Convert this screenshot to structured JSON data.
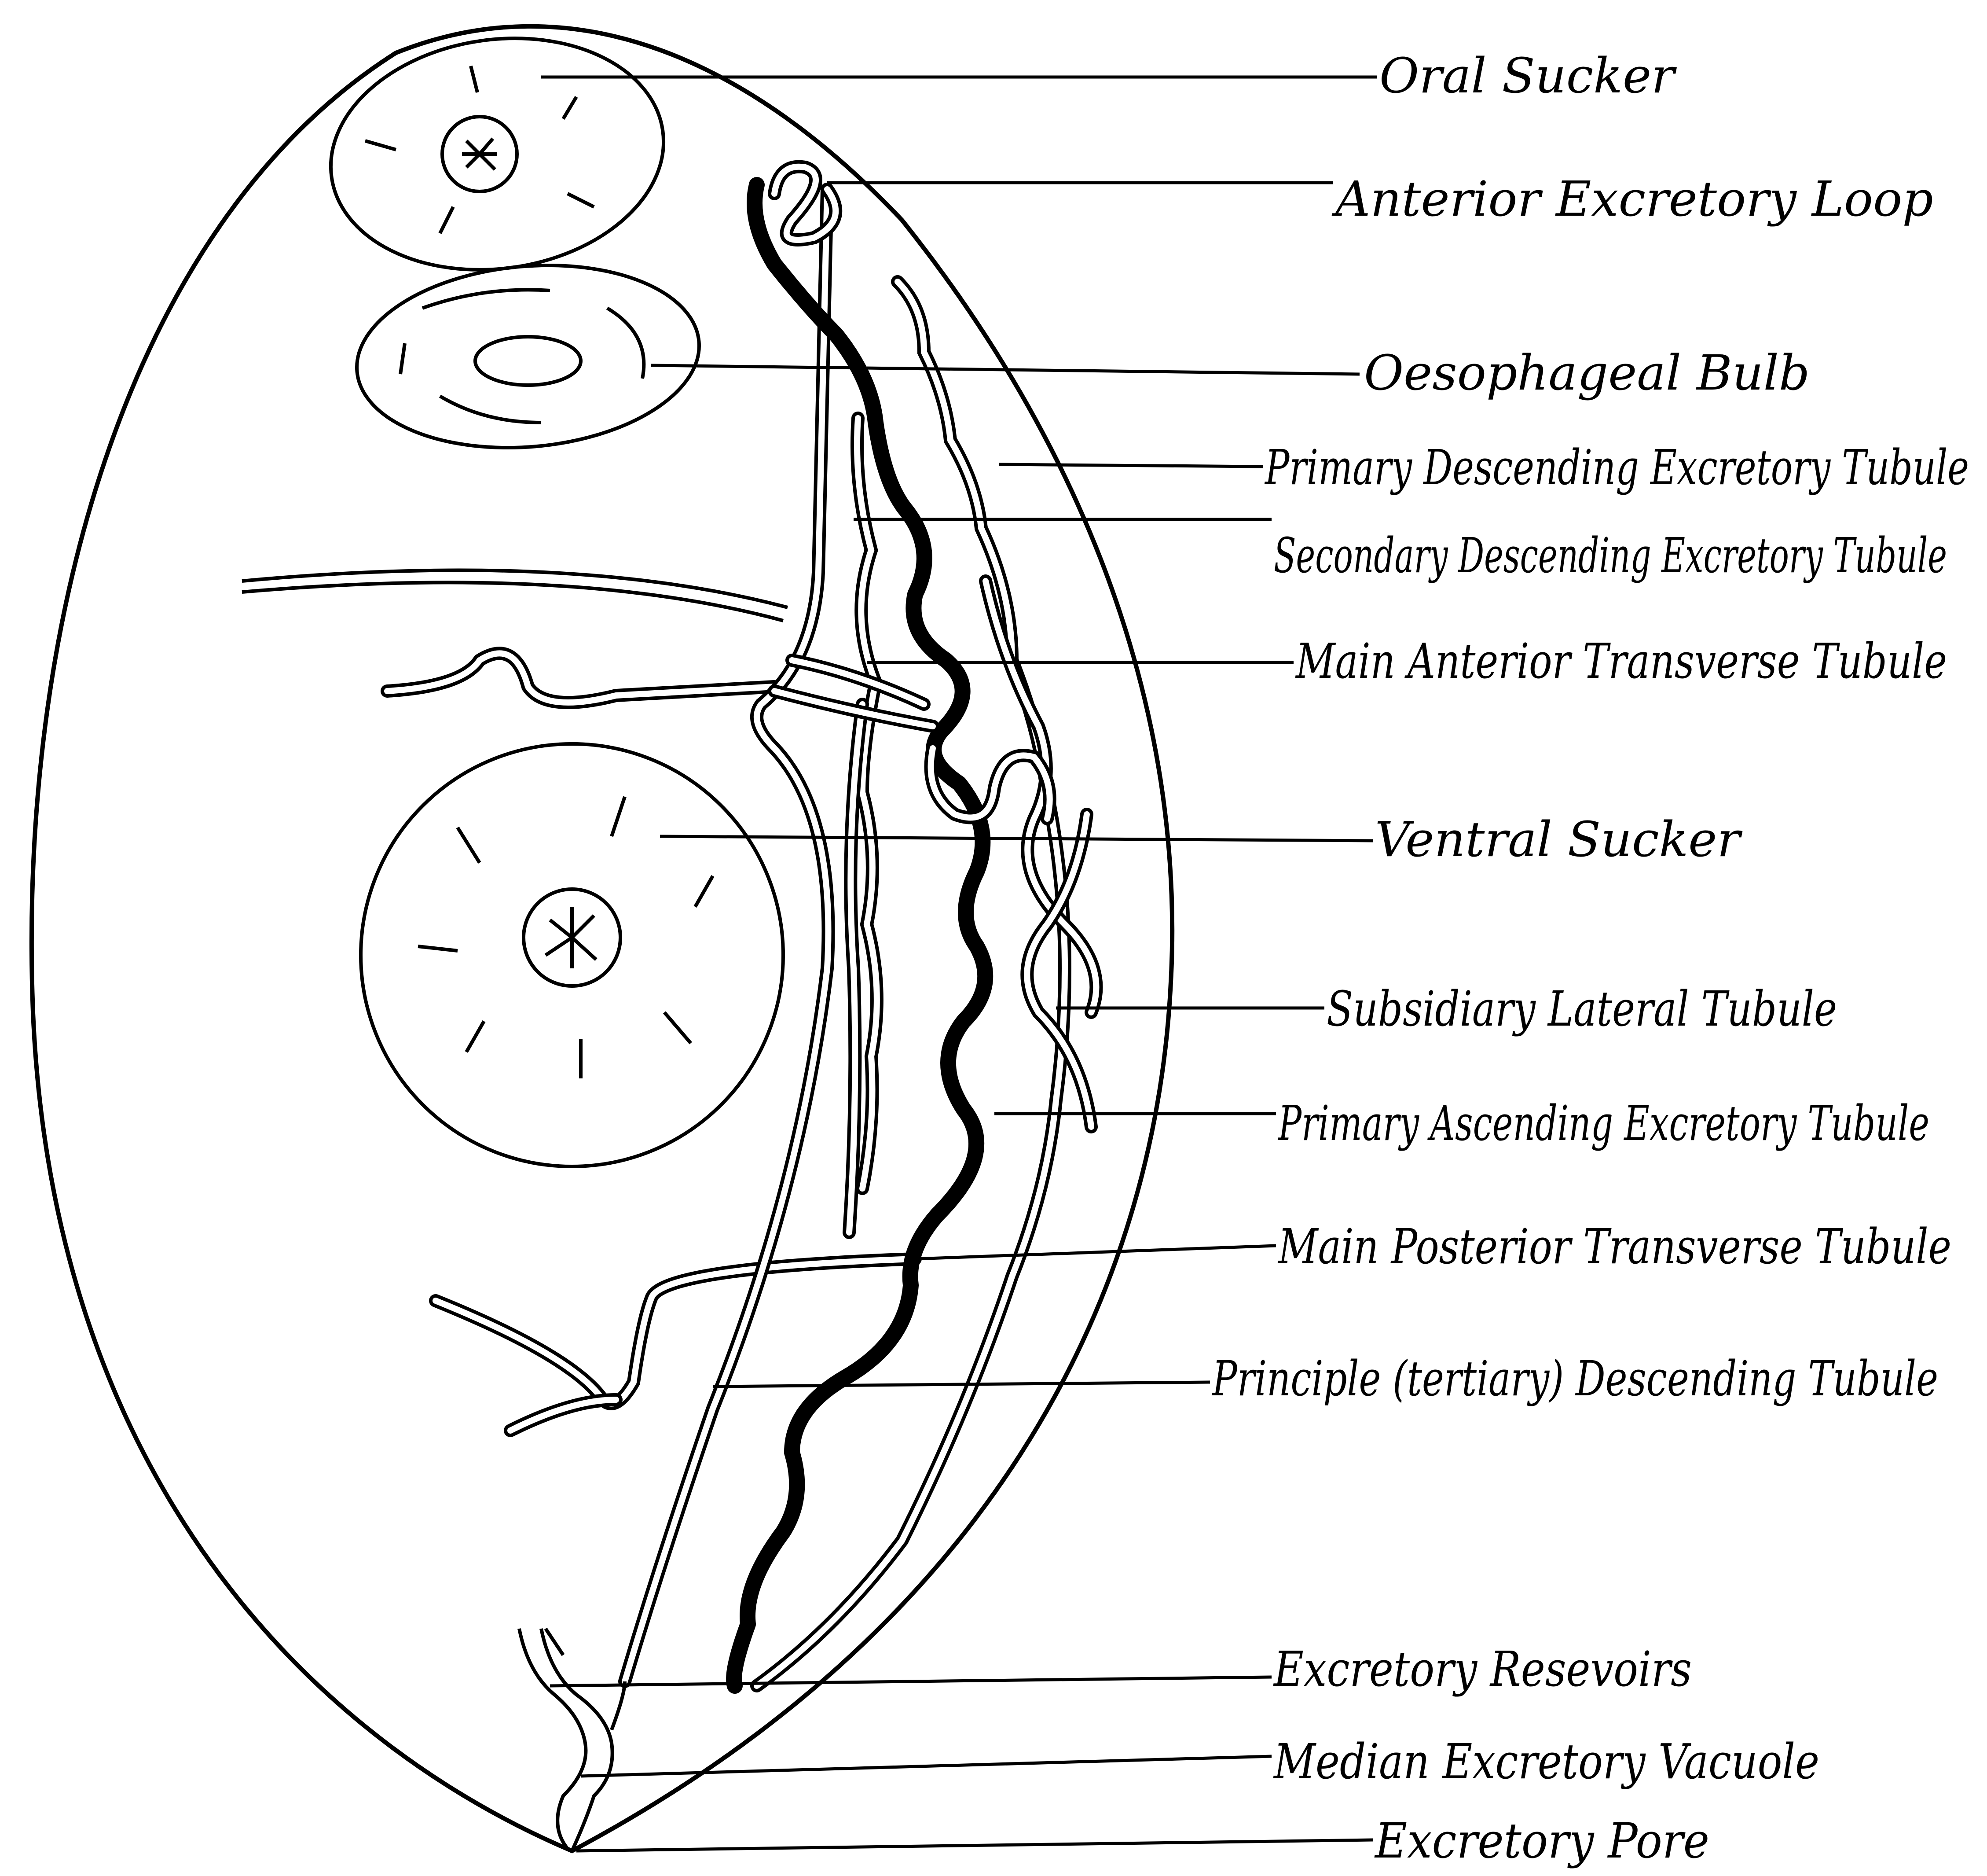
{
  "diagram": {
    "labels": [
      {
        "id": "oral-sucker",
        "text": "Oral Sucker"
      },
      {
        "id": "anterior-excretory-loop",
        "text": "Anterior Excretory Loop"
      },
      {
        "id": "oesophageal-bulb",
        "text": "Oesophageal Bulb"
      },
      {
        "id": "primary-descending-excretory-tubule",
        "text": "Primary Descending Excretory Tubule"
      },
      {
        "id": "secondary-descending-excretory-tubule",
        "text": "Secondary Descending Excretory Tubule"
      },
      {
        "id": "main-anterior-transverse-tubule",
        "text": "Main Anterior Transverse Tubule"
      },
      {
        "id": "ventral-sucker",
        "text": "Ventral Sucker"
      },
      {
        "id": "subsidiary-lateral-tubule",
        "text": "Subsidiary Lateral Tubule"
      },
      {
        "id": "primary-ascending-excretory-tubule",
        "text": "Primary Ascending Excretory Tubule"
      },
      {
        "id": "main-posterior-transverse-tubule",
        "text": "Main Posterior Transverse Tubule"
      },
      {
        "id": "principle-tertiary-descending-tubule",
        "text": "Principle (tertiary) Descending Tubule"
      },
      {
        "id": "excretory-resevoirs",
        "text": "Excretory Resevoirs"
      },
      {
        "id": "median-excretory-vacuole",
        "text": "Median Excretory Vacuole"
      },
      {
        "id": "excretory-pore",
        "text": "Excretory Pore"
      }
    ]
  }
}
